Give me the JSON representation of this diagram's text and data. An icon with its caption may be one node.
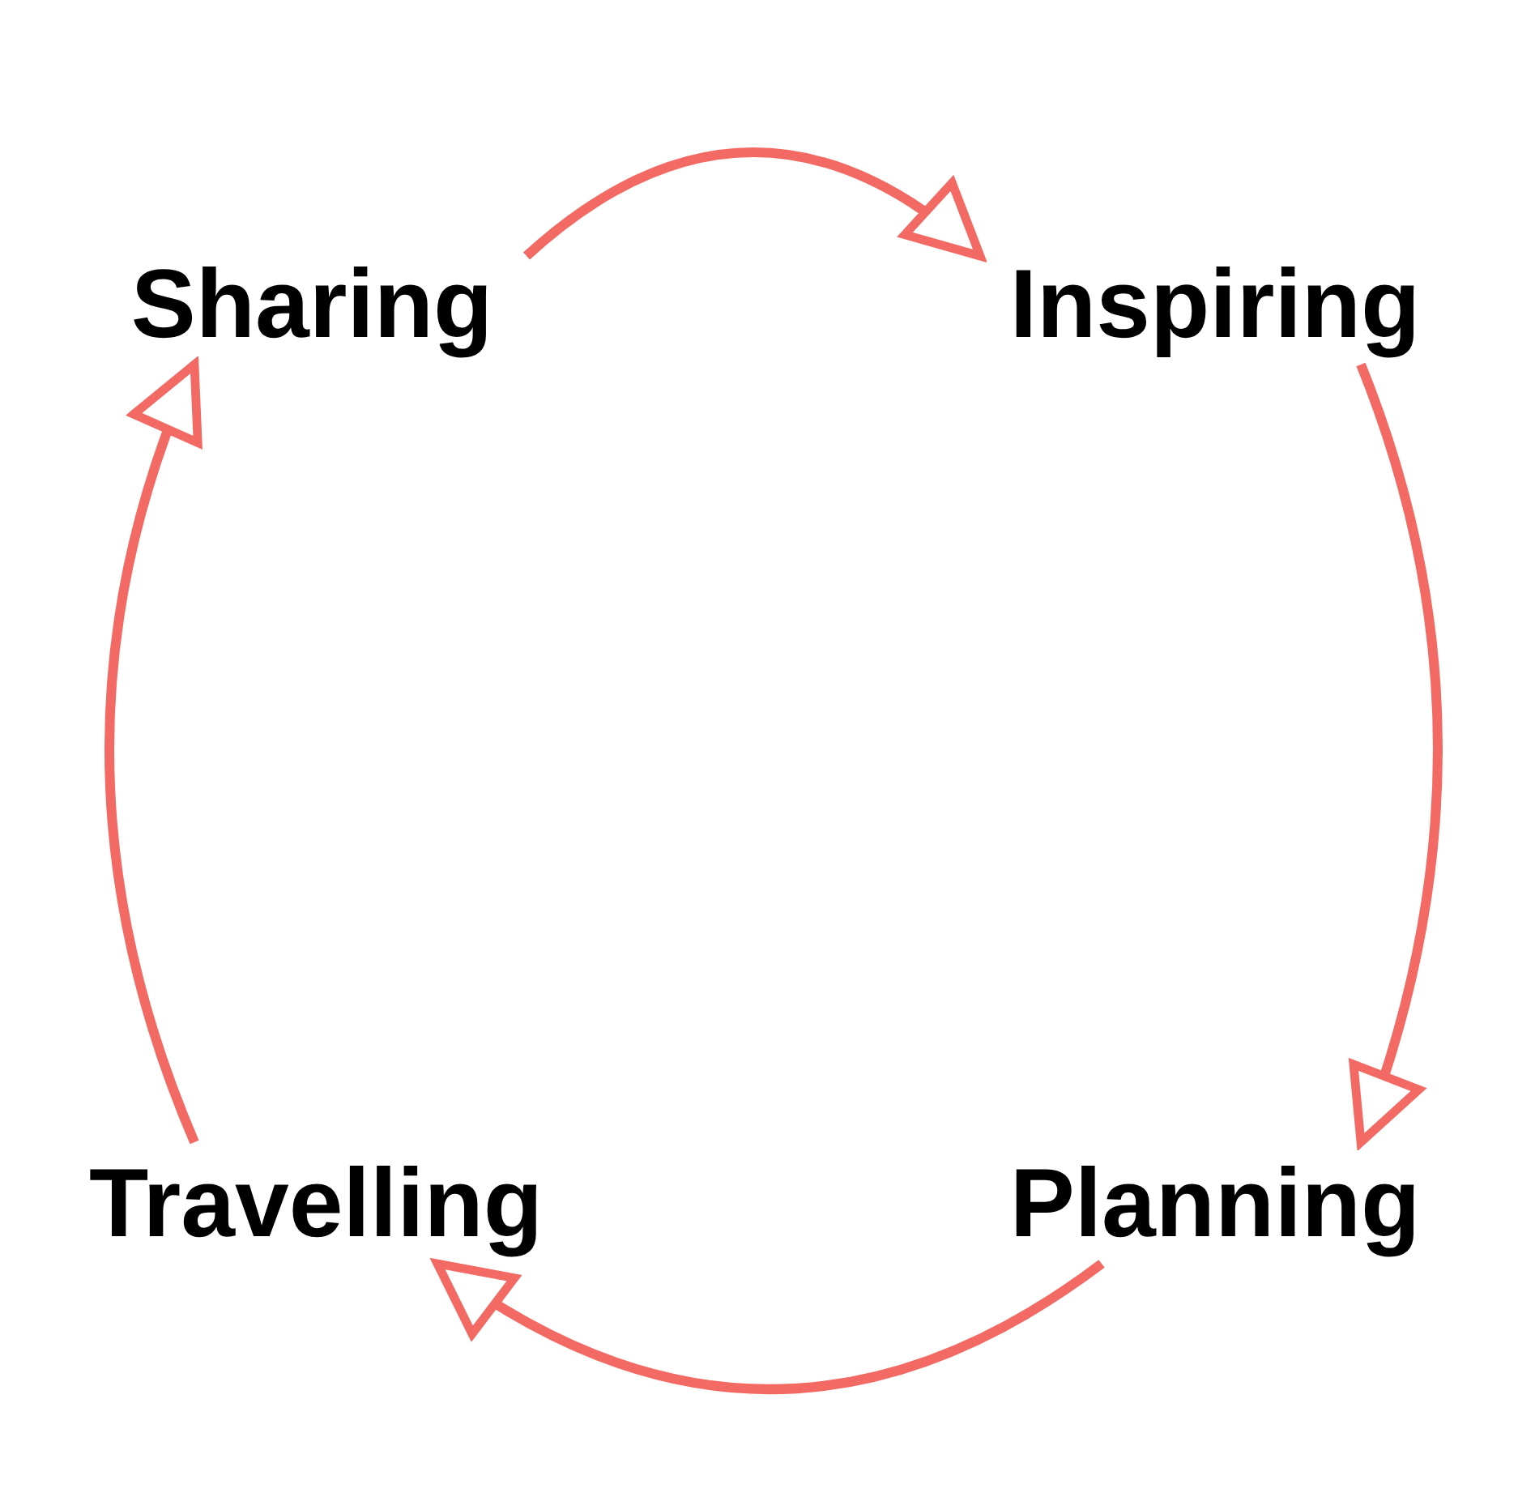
{
  "diagram": {
    "nodes": [
      {
        "text": [
          "Sharing"
        ]
      },
      {
        "text": [
          "Inspiring"
        ]
      },
      {
        "text": [
          "Planning"
        ]
      },
      {
        "text": [
          "Travelling"
        ]
      }
    ],
    "edges": [
      {
        "from": 0,
        "to": 1,
        "arrow": "to"
      },
      {
        "from": 1,
        "to": 2,
        "arrow": "to"
      },
      {
        "from": 2,
        "to": 3,
        "arrow": "to"
      },
      {
        "from": 3,
        "to": 0,
        "arrow": "to"
      }
    ]
  }
}
